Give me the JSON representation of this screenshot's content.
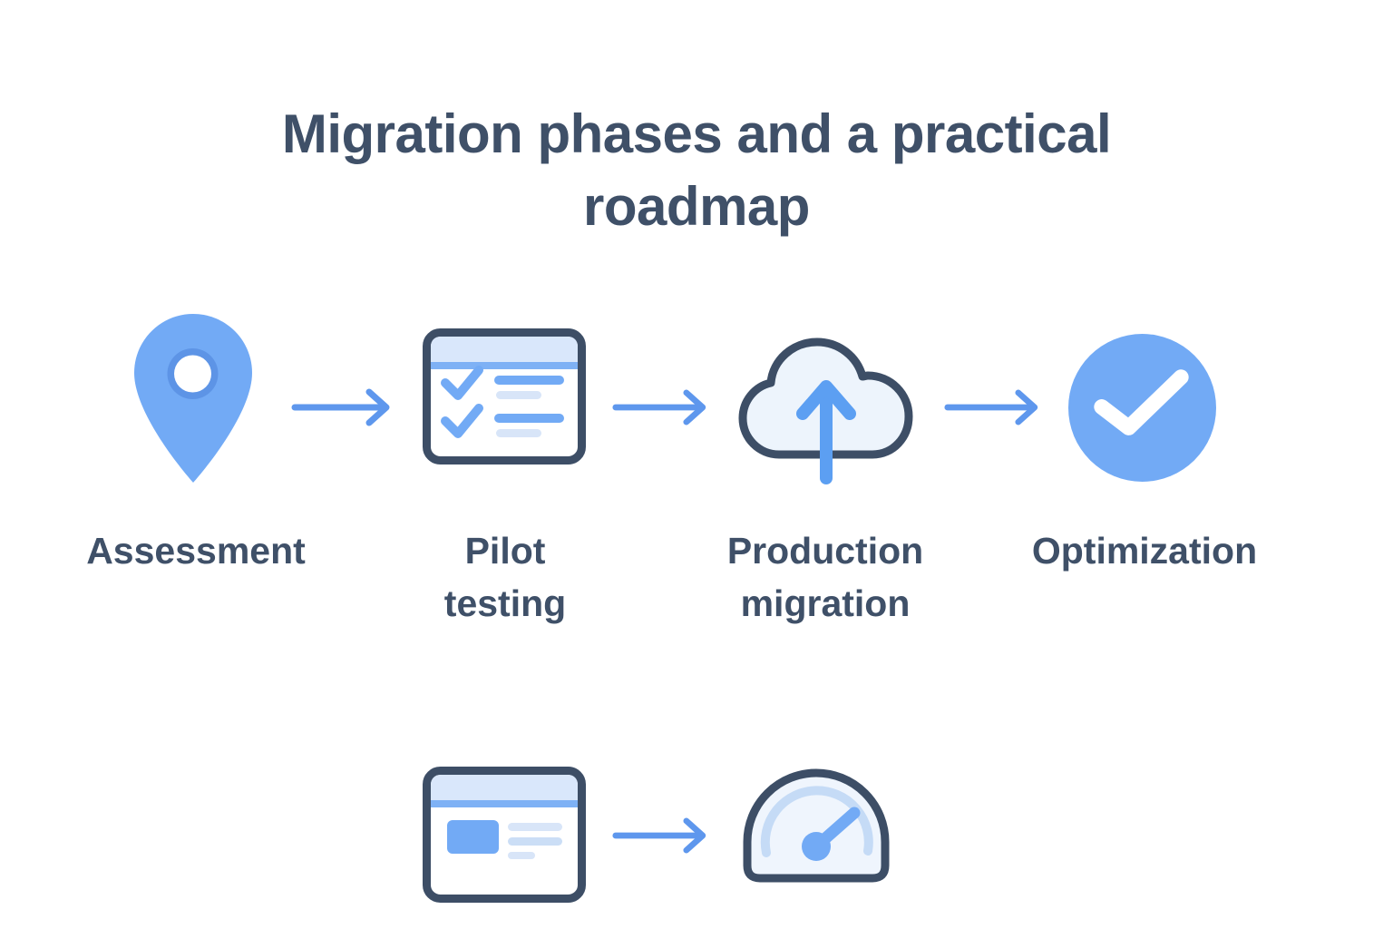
{
  "title": {
    "line1": "Migration phases and a practical",
    "line2": "roadmap"
  },
  "flow_steps": [
    {
      "label": "Assessment",
      "icon": "location-pin-icon"
    },
    {
      "label": "Pilot testing",
      "icon": "checklist-window-icon"
    },
    {
      "label": "Production migration",
      "icon": "cloud-upload-icon"
    },
    {
      "label": "Optimization",
      "icon": "check-circle-icon"
    }
  ],
  "connectors": {
    "type": "right-arrow",
    "count_row1": 3,
    "count_row2": 1
  },
  "secondary_flow": {
    "steps": [
      {
        "icon": "browser-card-icon"
      },
      {
        "icon": "speedometer-gauge-icon"
      }
    ]
  },
  "colors": {
    "background": "#FFFFFF",
    "text": "#3F5068",
    "navy": "#3D4E66",
    "accent": "#72AAF5",
    "arrow": "#5E97ED",
    "cloud_arrow": "#5C9FF2",
    "ring": "#5D94E6",
    "band": "#D9E7FB",
    "strip": "#7EB1F5",
    "light_fill": "#EDF4FC",
    "gauge_fill": "#EFF5FD",
    "light_line": "#D8E5F8",
    "light_line2": "#CBDEF6",
    "arc_light": "#C5DBF6",
    "white": "#FFFFFF"
  }
}
